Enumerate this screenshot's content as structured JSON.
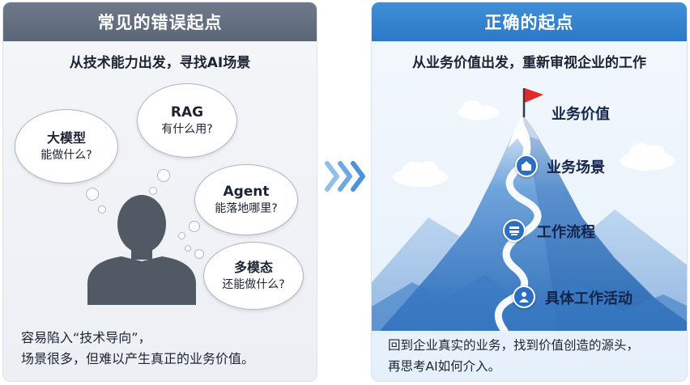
{
  "left_panel": {
    "title": "常见的错误起点",
    "subtitle": "从技术能力出发，寻找AI场景",
    "bubbles": [
      {
        "line1": "大模型",
        "line2": "能做什么?"
      },
      {
        "line1": "RAG",
        "line2": "有什么用?"
      },
      {
        "line1": "Agent",
        "line2": "能落地哪里?"
      },
      {
        "line1": "多模态",
        "line2": "还能做什么?"
      }
    ],
    "figure_icon": "person-silhouette-icon",
    "footer": {
      "line1": "容易陷入“技术导向”，",
      "line2": "场景很多，但难以产生真正的业务价值。"
    }
  },
  "arrow_icon": "chevron-triple-right-icon",
  "right_panel": {
    "title": "正确的起点",
    "subtitle": "从业务价值出发，重新审视企业的工作",
    "levels": [
      {
        "label": "业务价值",
        "icon": "red-flag-icon"
      },
      {
        "label": "业务场景",
        "icon": "scene-icon"
      },
      {
        "label": "工作流程",
        "icon": "workflow-icon"
      },
      {
        "label": "具体工作活动",
        "icon": "activity-icon"
      }
    ],
    "footer": {
      "line1": "回到企业真实的业务，找到价值创造的源头，",
      "line2": "再思考AI如何介入。"
    }
  },
  "colors": {
    "left_header": "#5a6677",
    "right_header": "#2c78c7",
    "mountain_blue": "#2f6fb9",
    "flag_red": "#e02b2b",
    "icon_blue": "#2b6fc2"
  }
}
